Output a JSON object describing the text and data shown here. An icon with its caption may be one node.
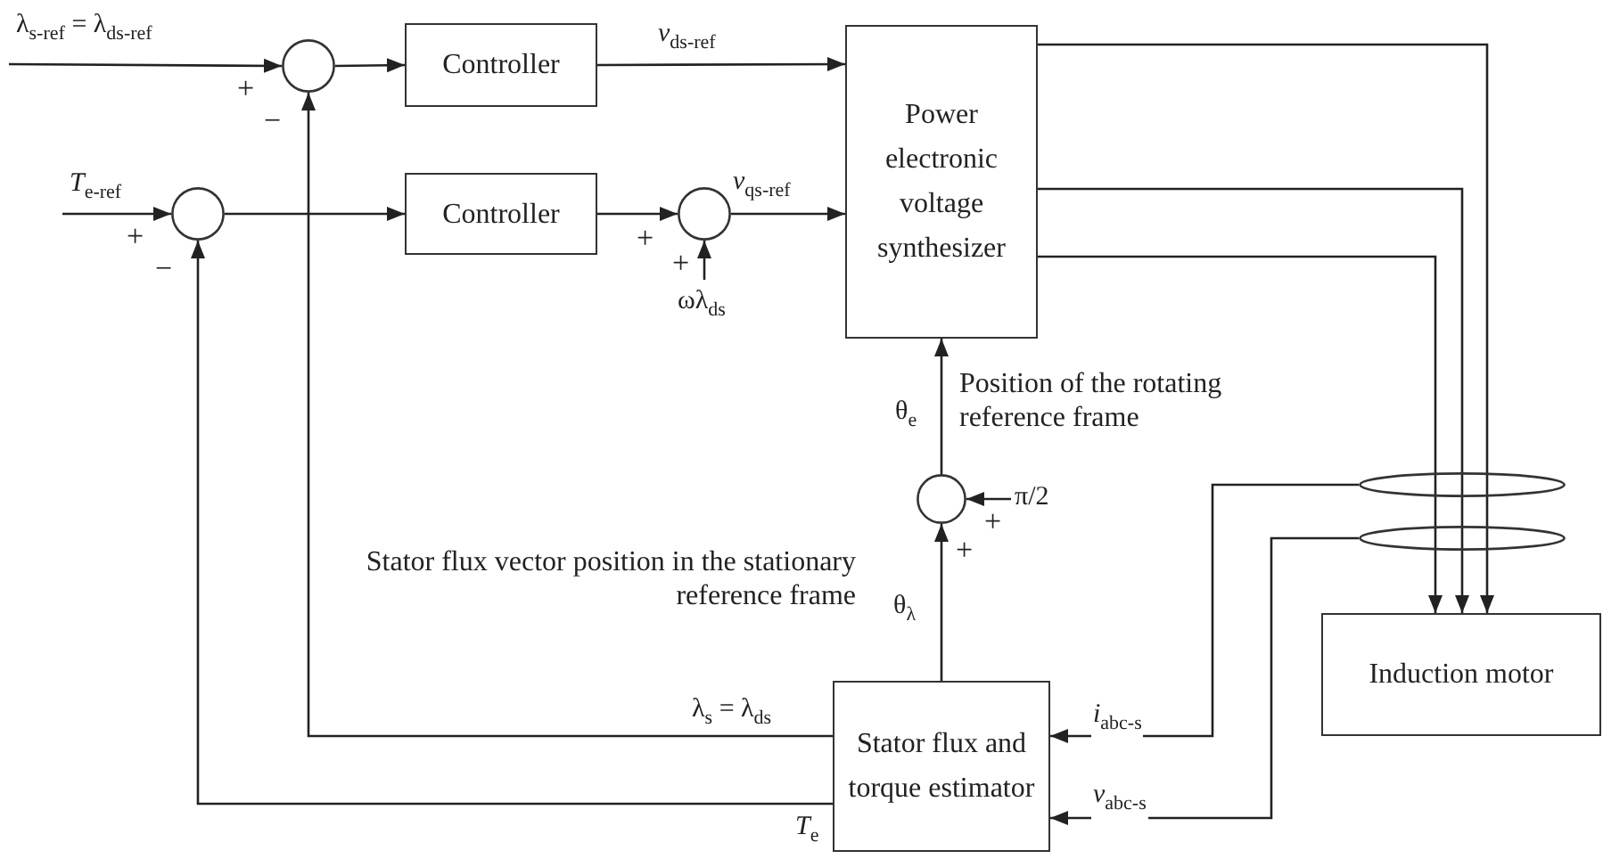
{
  "diagram": {
    "nodes": [
      {
        "text": [],
        "shape": "circle"
      },
      {
        "text": [
          "Controller"
        ]
      },
      {
        "text": [],
        "shape": "circle"
      },
      {
        "text": [
          "Controller"
        ]
      },
      {
        "text": [],
        "shape": "circle"
      },
      {
        "text": [
          "Power electronic voltage synthesizer"
        ]
      },
      {
        "text": [],
        "shape": "circle"
      },
      {
        "text": [
          "Stator flux and torque estimator"
        ]
      },
      {
        "text": [
          "Induction motor"
        ]
      },
      {
        "text": [],
        "shape": "ellipse"
      },
      {
        "text": [],
        "shape": "ellipse"
      }
    ],
    "edges": [
      {
        "from": null,
        "to": 0,
        "arrow": "to",
        "label": "λ$_{s-ref}$ = λ$_{ds-ref}$"
      },
      {
        "from": 0,
        "to": 1,
        "arrow": "to"
      },
      {
        "from": 1,
        "to": 5,
        "arrow": "to",
        "label": "*ν*$_{ds-ref}$"
      },
      {
        "from": null,
        "to": 2,
        "arrow": "to",
        "label": "*T*$_{e-ref}$"
      },
      {
        "from": 2,
        "to": 3,
        "arrow": "to"
      },
      {
        "from": 3,
        "to": 4,
        "arrow": "to"
      },
      {
        "from": 4,
        "to": 5,
        "arrow": "to",
        "label": "*ν*$_{qs-ref}$"
      },
      {
        "from": null,
        "to": 4,
        "arrow": "to",
        "label": "ωλ$_{ds}$"
      },
      {
        "from": 6,
        "to": 5,
        "arrow": "to",
        "label": "θ$_{e}$"
      },
      {
        "from": null,
        "to": 6,
        "arrow": "to",
        "label": "π/2"
      },
      {
        "from": 7,
        "to": 6,
        "arrow": "to",
        "label": "θ$_{λ}$"
      },
      {
        "from": 7,
        "to": 0,
        "arrow": "to",
        "label": "λ$_{s}$ = λ$_{ds}$"
      },
      {
        "from": 7,
        "to": 2,
        "arrow": "to",
        "label": "*T*$_{e}$"
      },
      {
        "from": 5,
        "to": 8,
        "arrow": "to"
      },
      {
        "from": 5,
        "to": 8,
        "arrow": "to"
      },
      {
        "from": 5,
        "to": 8,
        "arrow": "to"
      },
      {
        "from": 9,
        "to": 7,
        "arrow": "to",
        "label": "*i*$_{abc-s}$"
      },
      {
        "from": 10,
        "to": 7,
        "arrow": "to",
        "label": "*ν*$_{abc-s}$"
      }
    ],
    "labels": [
      "+",
      "−",
      "+",
      "−",
      "+",
      "+",
      "Position of the rotating reference frame",
      "+",
      "+",
      "Stator flux vector position in the stationary reference frame"
    ]
  }
}
